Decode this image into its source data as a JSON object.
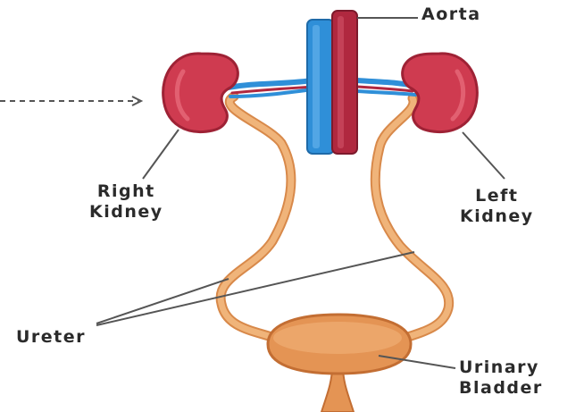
{
  "labels": {
    "aorta": "Aorta",
    "right_kidney": [
      "Right",
      "Kidney"
    ],
    "left_kidney": [
      "Left",
      "Kidney"
    ],
    "ureter": "Ureter",
    "urinary_bladder": [
      "Urinary",
      "Bladder"
    ]
  },
  "colors": {
    "kidney": "#cf3b50",
    "kidney_dark": "#9e2235",
    "vena_cava": "#2f8fd8",
    "aorta": "#b0283f",
    "ureter": "#f0b47a",
    "ureter_outline": "#d8894a",
    "bladder": "#e49454",
    "bladder_dark": "#c36e33",
    "leader_line": "#555555"
  }
}
